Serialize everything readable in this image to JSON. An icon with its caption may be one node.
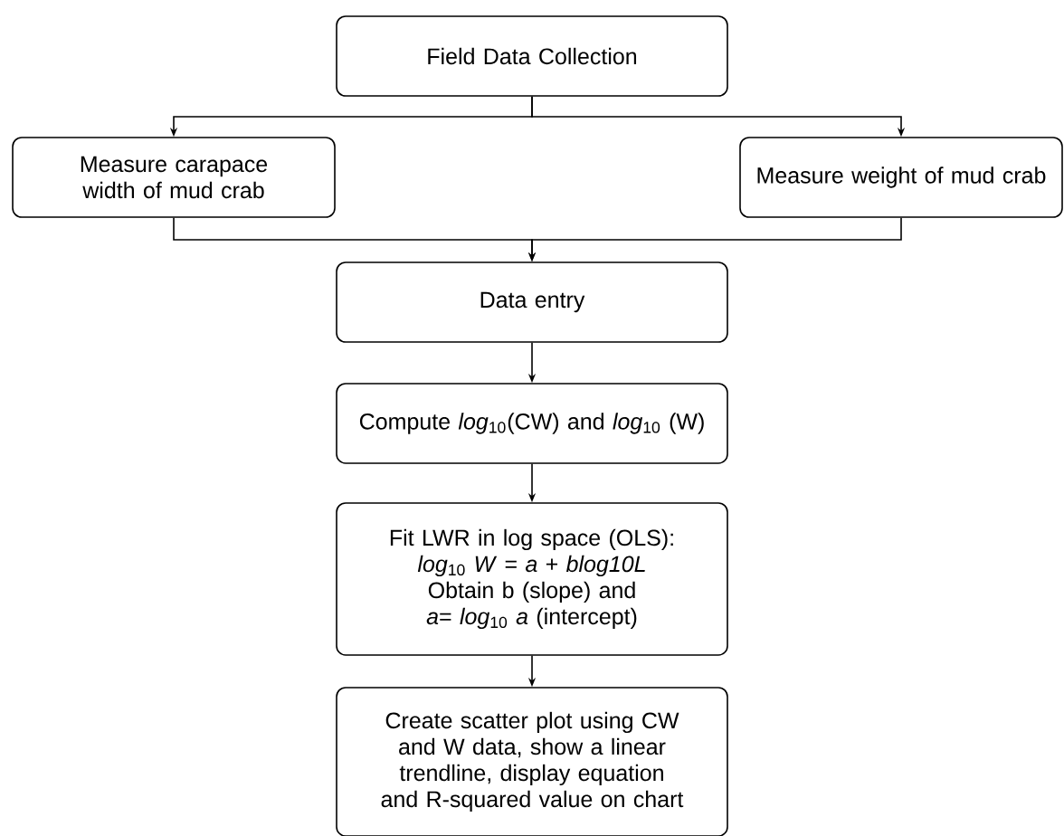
{
  "diagram": {
    "nodes": [
      {
        "text": [
          "Field Data Collection"
        ]
      },
      {
        "text": [
          "Measure carapace width of mud crab"
        ]
      },
      {
        "text": [
          "Measure weight of mud crab"
        ]
      },
      {
        "text": [
          "Data entry"
        ]
      },
      {
        "text": [
          "Compute *log*$_{10}$(CW) and *log*$_{10}$ (W)"
        ]
      },
      {
        "text": [
          "Fit LWR in log space (OLS): *log*$_{10}$ *W* = *a* + *blog10L*",
          "Obtain b (slope) and *a*= *log*$_{10}$ *a* (intercept)"
        ]
      },
      {
        "text": [
          "Create scatter plot using CW and W data, show a linear trendline, display equation and R-squared value on chart"
        ]
      }
    ],
    "edges": [
      {
        "from": 0,
        "to": 1,
        "arrow": "to"
      },
      {
        "from": 0,
        "to": 2,
        "arrow": "to"
      },
      {
        "from": 1,
        "to": 3,
        "arrow": "to"
      },
      {
        "from": 2,
        "to": 3,
        "arrow": "to"
      },
      {
        "from": 3,
        "to": 4,
        "arrow": "to"
      },
      {
        "from": 4,
        "to": 5,
        "arrow": "to"
      },
      {
        "from": 5,
        "to": 6,
        "arrow": "to"
      }
    ]
  }
}
